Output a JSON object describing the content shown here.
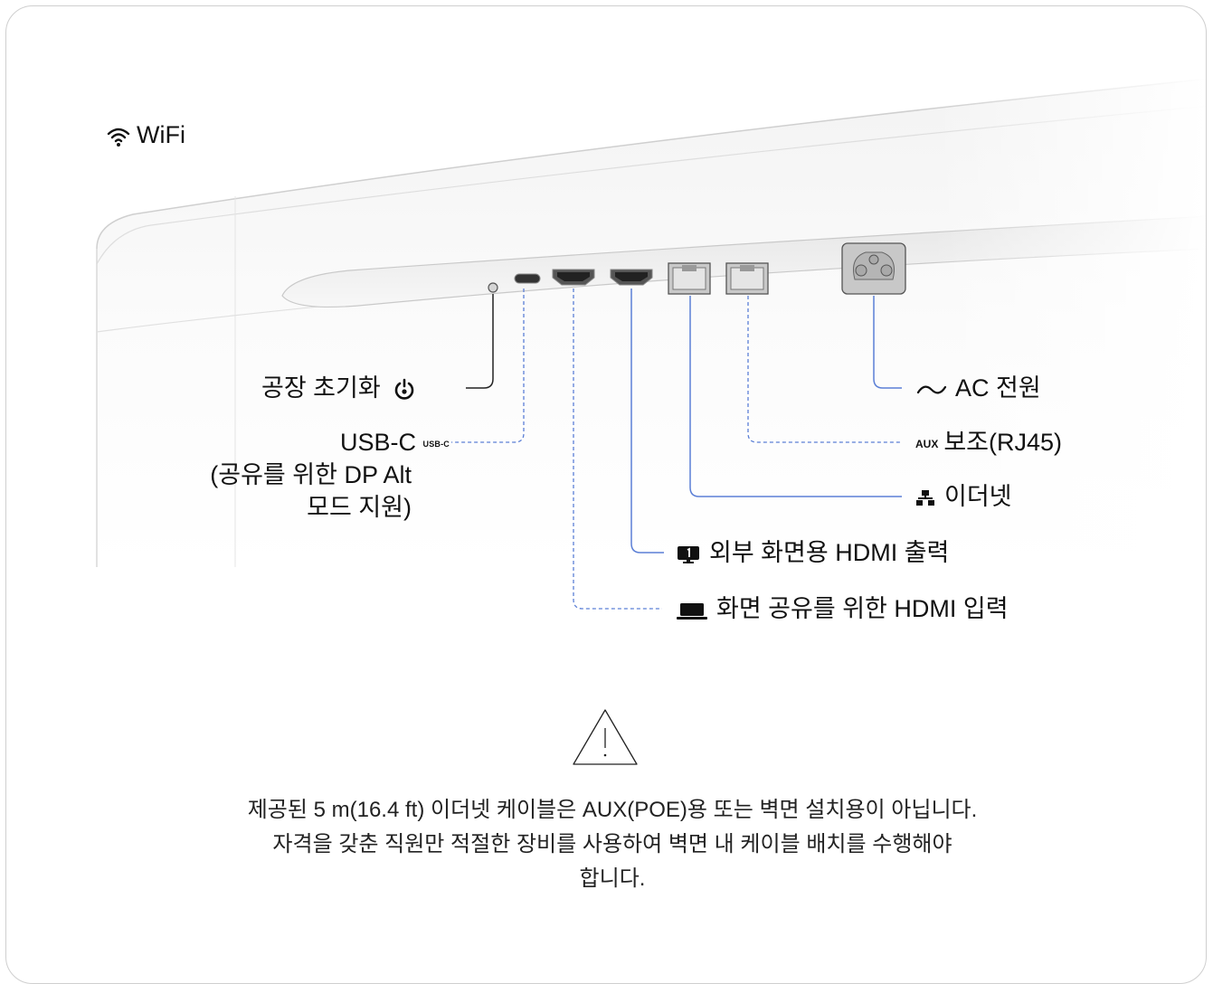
{
  "wifi": {
    "label": "WiFi"
  },
  "labels": {
    "factory_reset": "공장 초기화",
    "usbc_title": "USB-C",
    "usbc_tag": "USB-C",
    "usbc_desc_1": "(공유를 위한 DP Alt",
    "usbc_desc_2": "모드 지원)",
    "ac_power": "AC 전원",
    "aux_tag": "AUX",
    "aux": "보조(RJ45)",
    "ethernet": "이더넷",
    "hdmi_out": "외부 화면용 HDMI 출력",
    "hdmi_in": "화면 공유를 위한 HDMI 입력"
  },
  "icons": {
    "wifi": "wifi-icon",
    "reset": "reset-power-icon",
    "ac": "tilde-ac-icon",
    "ethernet": "network-icon",
    "monitor": "monitor-1-icon",
    "laptop": "laptop-icon",
    "warning": "warning-triangle-icon"
  },
  "warning": {
    "line1": "제공된 5 m(16.4 ft) 이더넷 케이블은 AUX(POE)용 또는 벽면 설치용이 아닙니다.",
    "line2": "자격을 갖춘 직원만 적절한 장비를 사용하여 벽면 내 케이블 배치를 수행해야",
    "line3": "합니다."
  },
  "colors": {
    "leader_line": "#5b7fd6",
    "reset_line": "#222222",
    "border": "#cfcfcf"
  }
}
